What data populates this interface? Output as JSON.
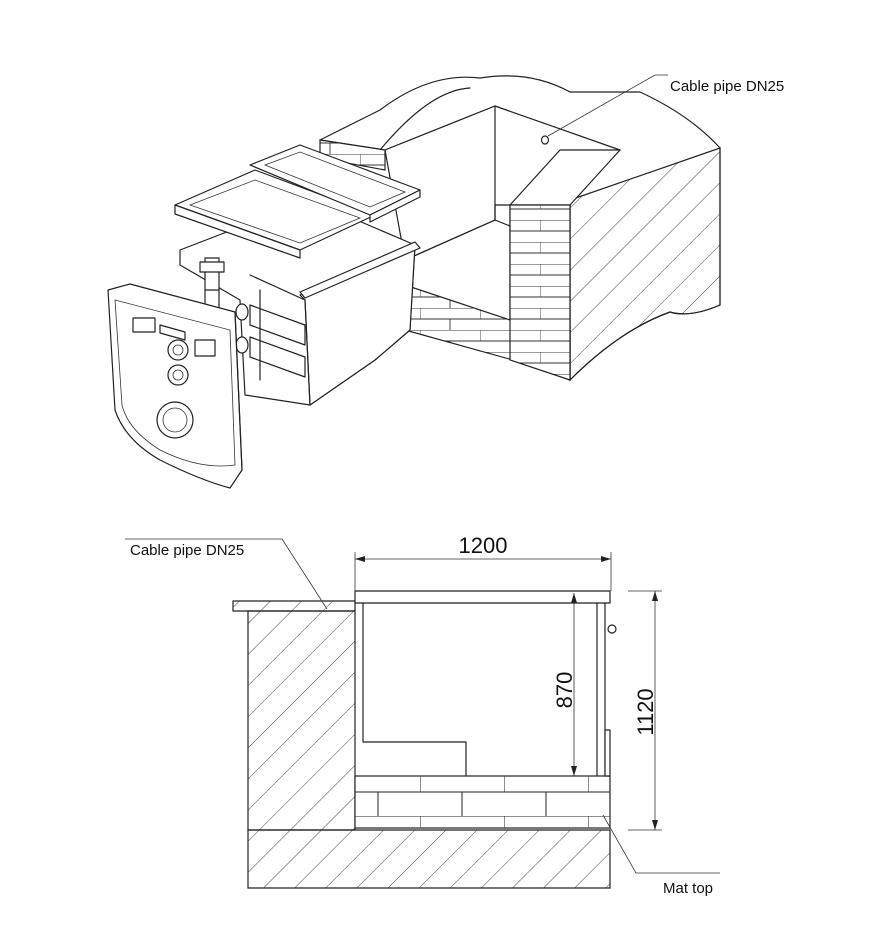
{
  "iso_view": {
    "callout": "Cable pipe DN25"
  },
  "section_view": {
    "callout_cable": "Cable pipe DN25",
    "callout_mat": "Mat top",
    "dim_width": "1200",
    "dim_inner_height": "870",
    "dim_total_height": "1120"
  },
  "colors": {
    "line": "#222222",
    "background": "#ffffff"
  }
}
